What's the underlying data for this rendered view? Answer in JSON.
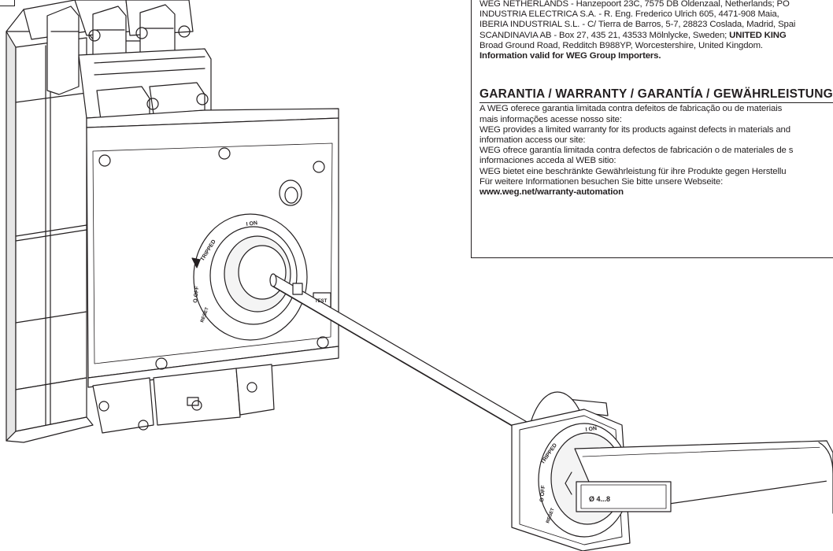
{
  "importers": {
    "line1": "WEG NETHERLANDS - Hanzepoort 23C, 7575 DB Oldenzaal, Netherlands; PO",
    "line2": "INDUSTRIA ELECTRICA S.A. - R. Eng. Frederico Ulrich 605, 4471-908 Maia,",
    "line3": "IBERIA INDUSTRIAL S.L. - C/ Tierra de Barros, 5-7, 28823 Coslada, Madrid, Spai",
    "line4_a": "SCANDINAVIA  AB - Box 27, 435 21, 43533 Mölnlycke, Sweden; ",
    "line4_b": "UNITED KING",
    "line5": "Broad Ground Road, Redditch B988YP, Worcestershire, United Kingdom.",
    "line6": "Information valid for WEG Group Importers."
  },
  "warranty": {
    "title": "GARANTIA / WARRANTY / GARANTÍA / GEWÄHRLEISTUNG",
    "lines": [
      "A WEG oferece garantia limitada contra defeitos de fabricação ou de materiais",
      "mais informações acesse nosso site:",
      "WEG provides a limited warranty for its products against defects in materials and",
      "information access our site:",
      "WEG ofrece garantía limitada contra defectos de fabricación o de materiales de s",
      "informaciones acceda al WEB sitio:",
      "WEG bietet eine beschränkte Gewährleistung für ihre Produkte gegen Herstellu",
      "Für weitere Informationen besuchen Sie bitte unsere Webseite:"
    ],
    "url": "www.weg.net/warranty-automation"
  },
  "drawing": {
    "breaker_on": "I ON",
    "breaker_tripped": "TRIPPED",
    "breaker_off": "O OFF",
    "breaker_reset": "RESET",
    "breaker_test": "TEST",
    "handle_on": "I ON",
    "handle_tripped": "TRIPPED",
    "handle_off": "O OFF",
    "handle_reset": "RESET",
    "handle_lock": "Ø 4...8"
  }
}
